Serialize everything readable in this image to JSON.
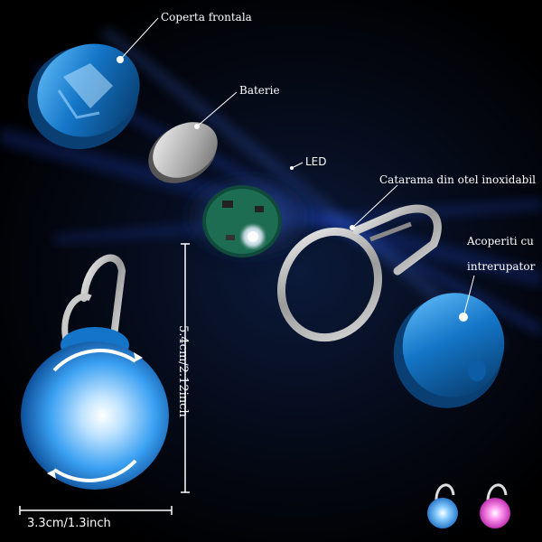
{
  "labels": {
    "front_cover": "Coperta frontala",
    "battery": "Baterie",
    "led": "LED",
    "clasp": "Catarama din otel inoxidabil",
    "switch_cover_line1": "Acoperiti cu",
    "switch_cover_line2": "intrerupator"
  },
  "dimensions": {
    "height": "5.4cm/2.12inch",
    "width": "3.3cm/1.3inch"
  },
  "colors": {
    "accent_blue": "#1e8fe0",
    "pink": "#e94fd8",
    "beam": "#3a7bff"
  }
}
